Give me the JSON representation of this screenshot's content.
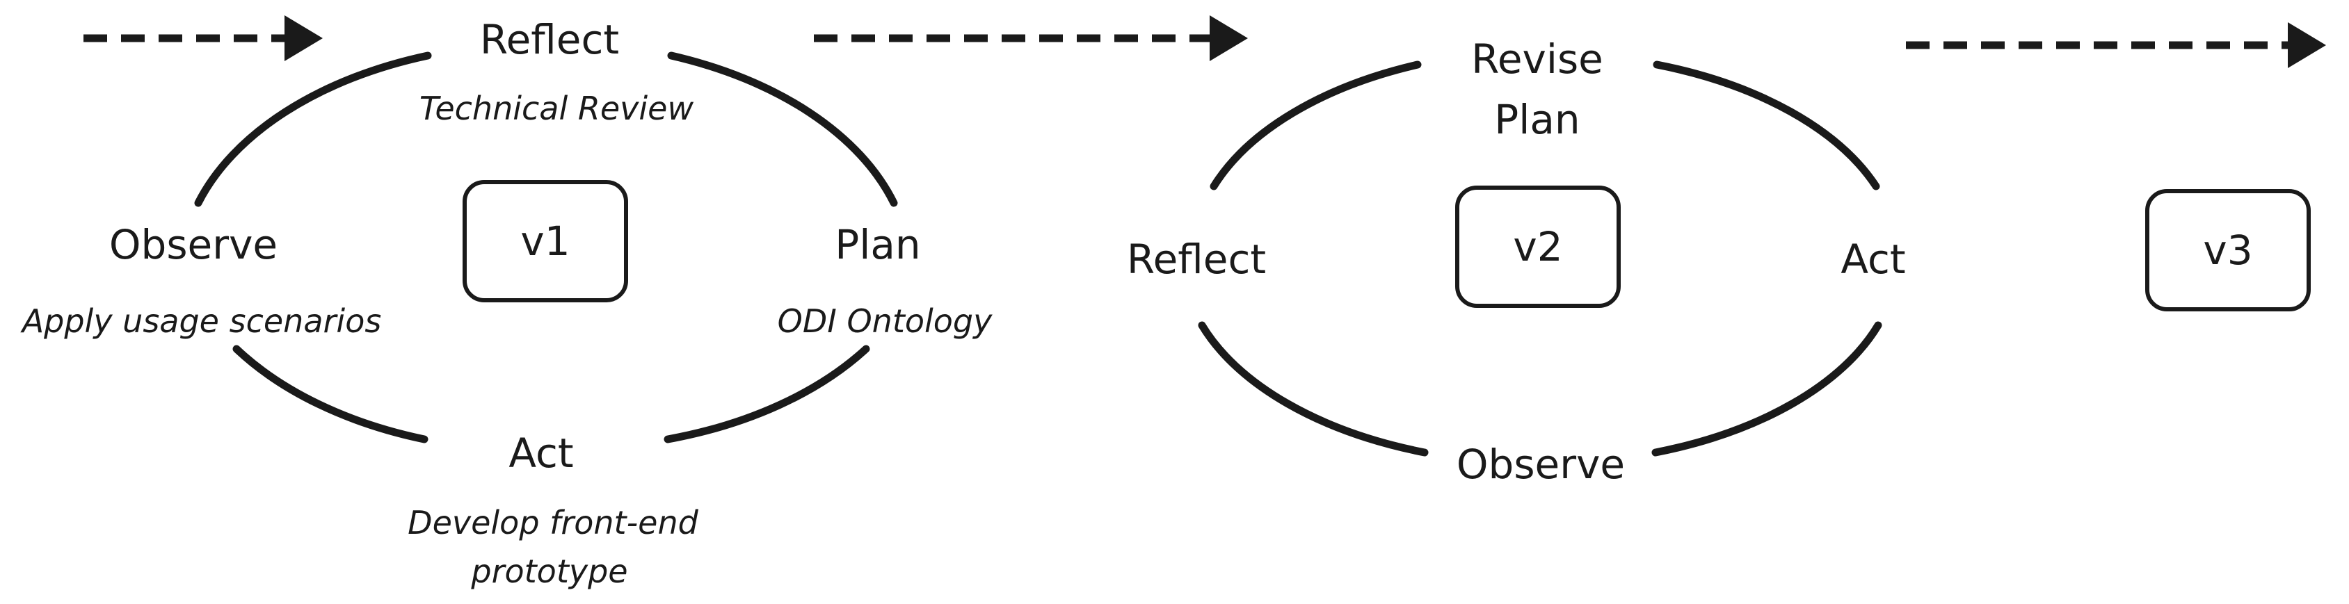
{
  "cycle1": {
    "version": "v1",
    "reflect": {
      "label": "Reflect",
      "detail": "Technical Review"
    },
    "plan": {
      "label": "Plan",
      "detail": "ODI Ontology"
    },
    "act": {
      "label": "Act",
      "detail_line1": "Develop front-end",
      "detail_line2": "prototype"
    },
    "observe": {
      "label": "Observe",
      "detail": "Apply usage scenarios"
    }
  },
  "cycle2": {
    "version": "v2",
    "revise_plan_line1": "Revise",
    "revise_plan_line2": "Plan",
    "act": "Act",
    "observe": "Observe",
    "reflect": "Reflect"
  },
  "final": {
    "version": "v3"
  },
  "colors": {
    "ink": "#1a1a1a",
    "background": "#ffffff"
  }
}
